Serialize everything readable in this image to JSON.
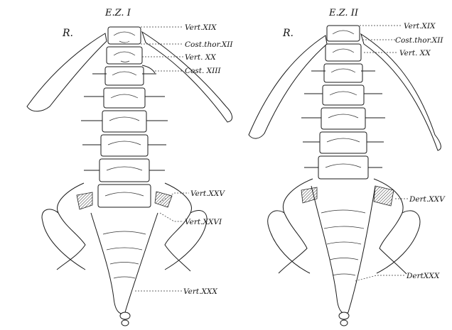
{
  "figures": [
    {
      "title": "E.Z. I",
      "side": "R.",
      "labels": [
        "Vert.XIX",
        "Cost.thor.XII",
        "Vert. XX",
        "Cost. XIII",
        "Vert.XXV",
        "Vert.XXVI",
        "Vert.XXX"
      ]
    },
    {
      "title": "E.Z. II",
      "side": "R.",
      "labels": [
        "Vert.XIX",
        "Cost.thor.XII",
        "Vert. XX",
        "Dert.XXV",
        "DertXXX"
      ]
    }
  ]
}
